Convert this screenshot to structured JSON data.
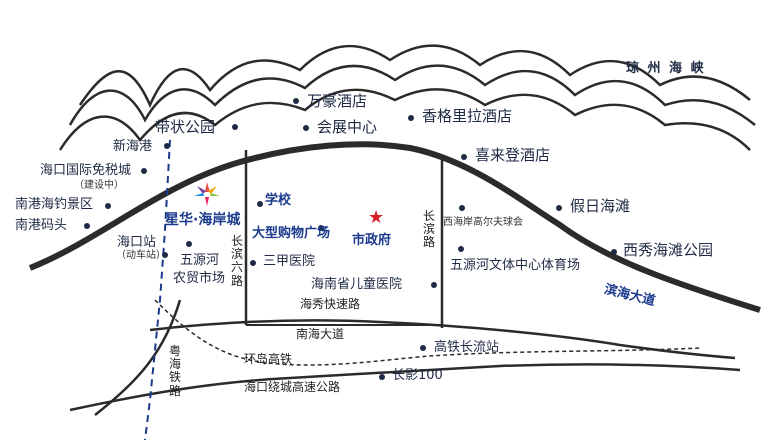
{
  "sea": {
    "label": "琼 州 海 峡"
  },
  "landmarks": {
    "wanhao_hotel": "万豪酒店",
    "convention_center": "会展中心",
    "shangri_la_hotel": "香格里拉酒店",
    "belt_park": "带状公园",
    "xinhai_port": "新海港",
    "sheraton_hotel": "喜来登酒店",
    "duty_free": "海口国际免税城",
    "duty_free_note": "（建设中）",
    "nangang_fishing": "南港海钓景区",
    "nangang_pier": "南港码头",
    "school": "学校",
    "mall": "大型购物广场",
    "city_hall": "市政府",
    "golf_club": "西海岸高尔夫球会",
    "holiday_beach": "假日海滩",
    "xixiu_park": "西秀海滩公园",
    "haikou_station": "海口站",
    "haikou_station_note": "（动车站）",
    "wuyuanhe_market_1": "五源河",
    "wuyuanhe_market_2": "农贸市场",
    "sanjia_hospital": "三甲医院",
    "children_hospital": "海南省儿童医院",
    "sports_center": "五源河文体中心体育场",
    "gaotie_changliu": "高铁长流站",
    "changying": "长影100"
  },
  "project": {
    "name": "星华·海岸城"
  },
  "roads": {
    "changbin_6": "长滨六路",
    "changbin": "长滨路",
    "binhai_avenue": "滨海大道",
    "haixiu_expressway": "海秀快速路",
    "nanhai_avenue": "南海大道",
    "yuehai_railway": "粤海铁路",
    "huandao_hsr": "环岛高铁",
    "ring_expressway": "海口绕城高速公路"
  },
  "colors": {
    "road_dark": "#2b2b2b",
    "accent_blue": "#1b3a8c",
    "star_red": "#d62027"
  }
}
